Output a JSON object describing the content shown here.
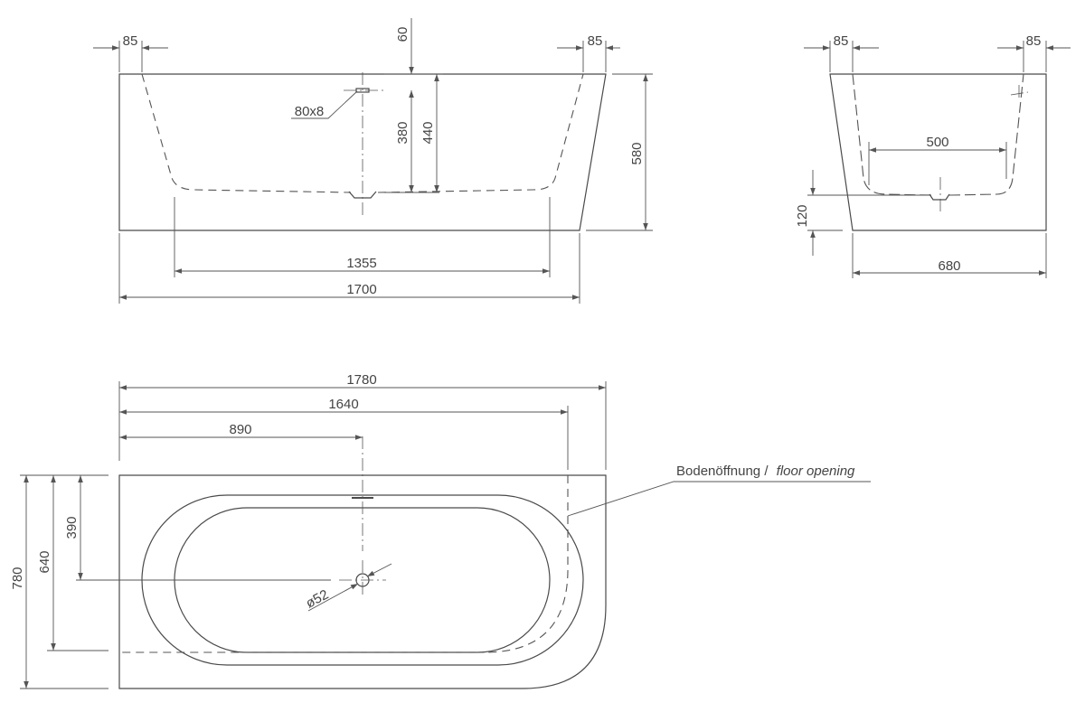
{
  "dimensions": {
    "front_left_rim": "85",
    "front_right_rim": "85",
    "front_top_60": "60",
    "front_overflow": "80x8",
    "front_380": "380",
    "front_440": "440",
    "front_height": "580",
    "front_inner_length": "1355",
    "front_length": "1700",
    "side_left_rim": "85",
    "side_right_rim": "85",
    "side_inner_width": "500",
    "side_base": "120",
    "side_width": "680",
    "plan_length": "1780",
    "plan_1640": "1640",
    "plan_890": "890",
    "plan_390": "390",
    "plan_640": "640",
    "plan_780": "780",
    "plan_drain": "ø52"
  },
  "labels": {
    "floor_opening_de": "Bodenöffnung /",
    "floor_opening_en": "floor opening"
  }
}
